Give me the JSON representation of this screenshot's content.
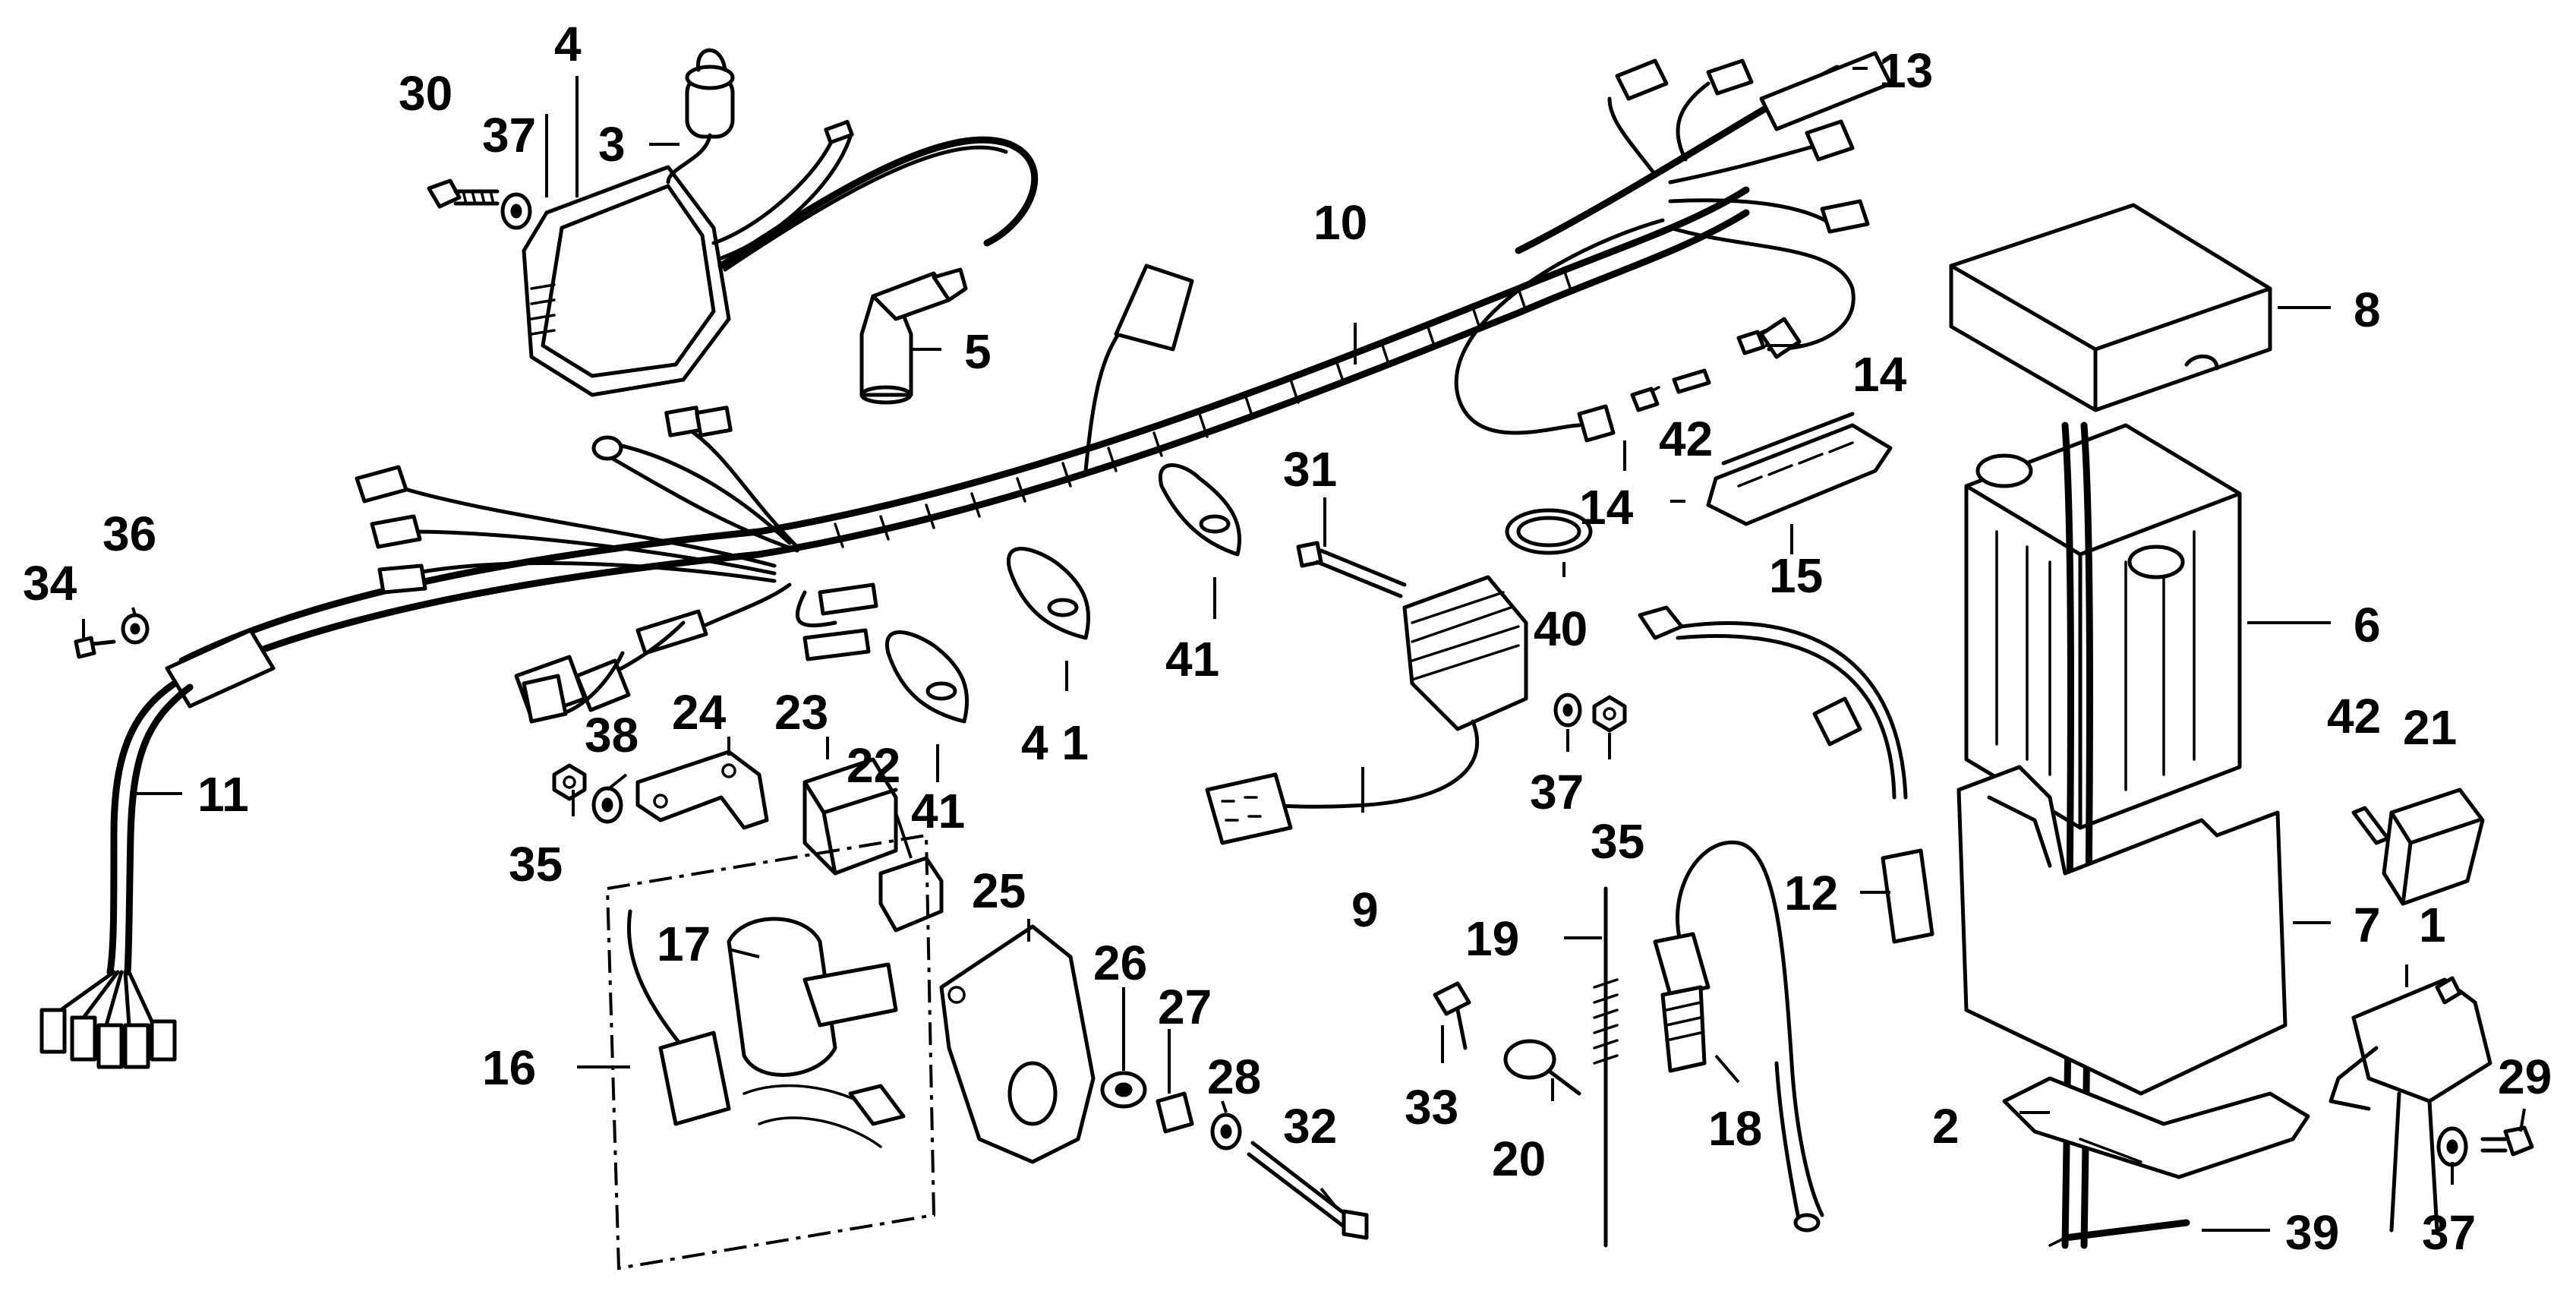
{
  "parts": [
    {
      "id": "p1",
      "label": "1"
    },
    {
      "id": "p2",
      "label": "2"
    },
    {
      "id": "p3",
      "label": "3"
    },
    {
      "id": "p4",
      "label": "4"
    },
    {
      "id": "p5",
      "label": "5"
    },
    {
      "id": "p6",
      "label": "6"
    },
    {
      "id": "p7",
      "label": "7"
    },
    {
      "id": "p8",
      "label": "8"
    },
    {
      "id": "p9",
      "label": "9"
    },
    {
      "id": "p10",
      "label": "10"
    },
    {
      "id": "p11",
      "label": "11"
    },
    {
      "id": "p12",
      "label": "12"
    },
    {
      "id": "p13",
      "label": "13"
    },
    {
      "id": "p14a",
      "label": "14"
    },
    {
      "id": "p14b",
      "label": "14"
    },
    {
      "id": "p15",
      "label": "15"
    },
    {
      "id": "p16",
      "label": "16"
    },
    {
      "id": "p17",
      "label": "17"
    },
    {
      "id": "p18",
      "label": "18"
    },
    {
      "id": "p19",
      "label": "19"
    },
    {
      "id": "p20",
      "label": "20"
    },
    {
      "id": "p21",
      "label": "21"
    },
    {
      "id": "p22",
      "label": "22"
    },
    {
      "id": "p23",
      "label": "23"
    },
    {
      "id": "p24",
      "label": "24"
    },
    {
      "id": "p25",
      "label": "25"
    },
    {
      "id": "p26",
      "label": "26"
    },
    {
      "id": "p27",
      "label": "27"
    },
    {
      "id": "p28",
      "label": "28"
    },
    {
      "id": "p29",
      "label": "29"
    },
    {
      "id": "p30",
      "label": "30"
    },
    {
      "id": "p31",
      "label": "31"
    },
    {
      "id": "p32",
      "label": "32"
    },
    {
      "id": "p33",
      "label": "33"
    },
    {
      "id": "p34",
      "label": "34"
    },
    {
      "id": "p35a",
      "label": "35"
    },
    {
      "id": "p35b",
      "label": "35"
    },
    {
      "id": "p36",
      "label": "36"
    },
    {
      "id": "p37a",
      "label": "37"
    },
    {
      "id": "p37b",
      "label": "37"
    },
    {
      "id": "p37c",
      "label": "37"
    },
    {
      "id": "p38",
      "label": "38"
    },
    {
      "id": "p39",
      "label": "39"
    },
    {
      "id": "p40",
      "label": "40"
    },
    {
      "id": "p41a",
      "label": "41"
    },
    {
      "id": "p41b",
      "label": "4 1"
    },
    {
      "id": "p41c",
      "label": "41"
    },
    {
      "id": "p42a",
      "label": "42"
    },
    {
      "id": "p42b",
      "label": "42"
    }
  ]
}
